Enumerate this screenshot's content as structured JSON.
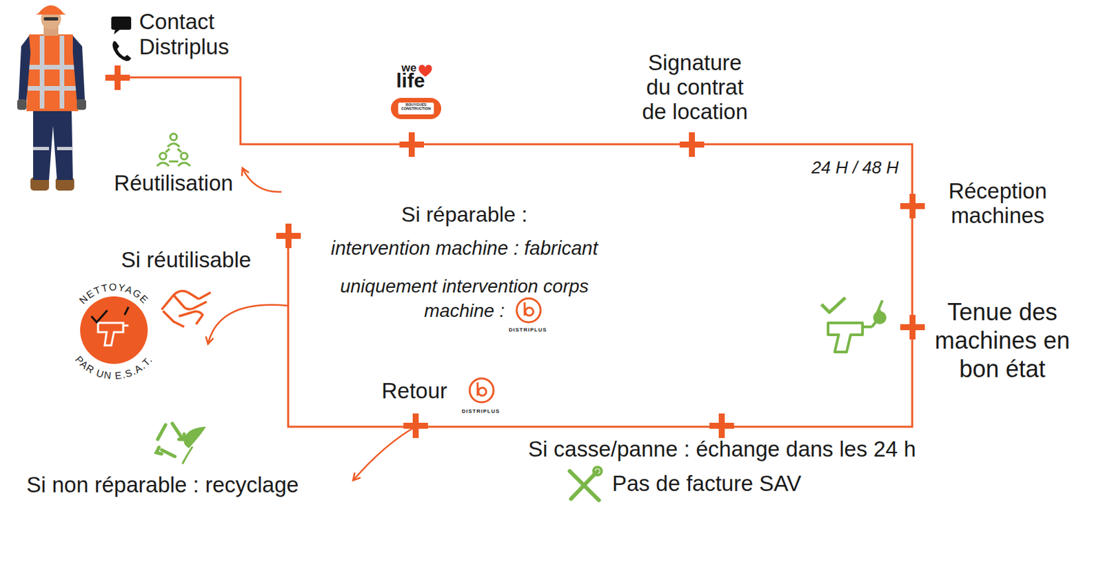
{
  "diagram": {
    "nodes": [
      {
        "text": [
          "Contact",
          "Distriplus"
        ]
      },
      {
        "text": [
          "we",
          "life",
          "BOUYGUES CONSTRUCTION"
        ]
      },
      {
        "text": [
          "Signature du contrat de location"
        ]
      },
      {
        "text": [
          "Réception machines"
        ]
      },
      {
        "text": [
          "Tenue des machines en bon état"
        ]
      },
      {
        "text": [
          "Si casse/panne : échange dans les 24 h",
          "Pas de facture SAV"
        ]
      },
      {
        "text": [
          "Retour",
          "DISTRIPLUS"
        ]
      },
      {
        "text": [
          "Si réparable :",
          "intervention machine : fabricant",
          "uniquement intervention corps machine :",
          "DISTRIPLUS"
        ]
      },
      {
        "text": [
          "Si réutilisable"
        ]
      },
      {
        "text": [
          "Réutilisation"
        ]
      },
      {
        "text": [
          "Si non réparable : recyclage"
        ]
      }
    ],
    "edges": [
      {
        "from": 0,
        "to": 1,
        "arrow": "none"
      },
      {
        "from": 1,
        "to": 2,
        "arrow": "none"
      },
      {
        "from": 2,
        "to": 3,
        "label": "24 H / 48 H",
        "arrow": "none"
      },
      {
        "from": 3,
        "to": 4,
        "arrow": "none"
      },
      {
        "from": 4,
        "to": 5,
        "arrow": "none"
      },
      {
        "from": 5,
        "to": 6,
        "arrow": "none"
      },
      {
        "from": 6,
        "to": 7,
        "arrow": "none"
      },
      {
        "from": 6,
        "to": 10,
        "arrow": "to"
      },
      {
        "from": 7,
        "to": 8,
        "arrow": "to"
      },
      {
        "from": 7,
        "to": 9,
        "arrow": "to"
      }
    ],
    "labels": [
      "NETTOYAGE",
      "PAR UN E.S.A.T."
    ]
  }
}
